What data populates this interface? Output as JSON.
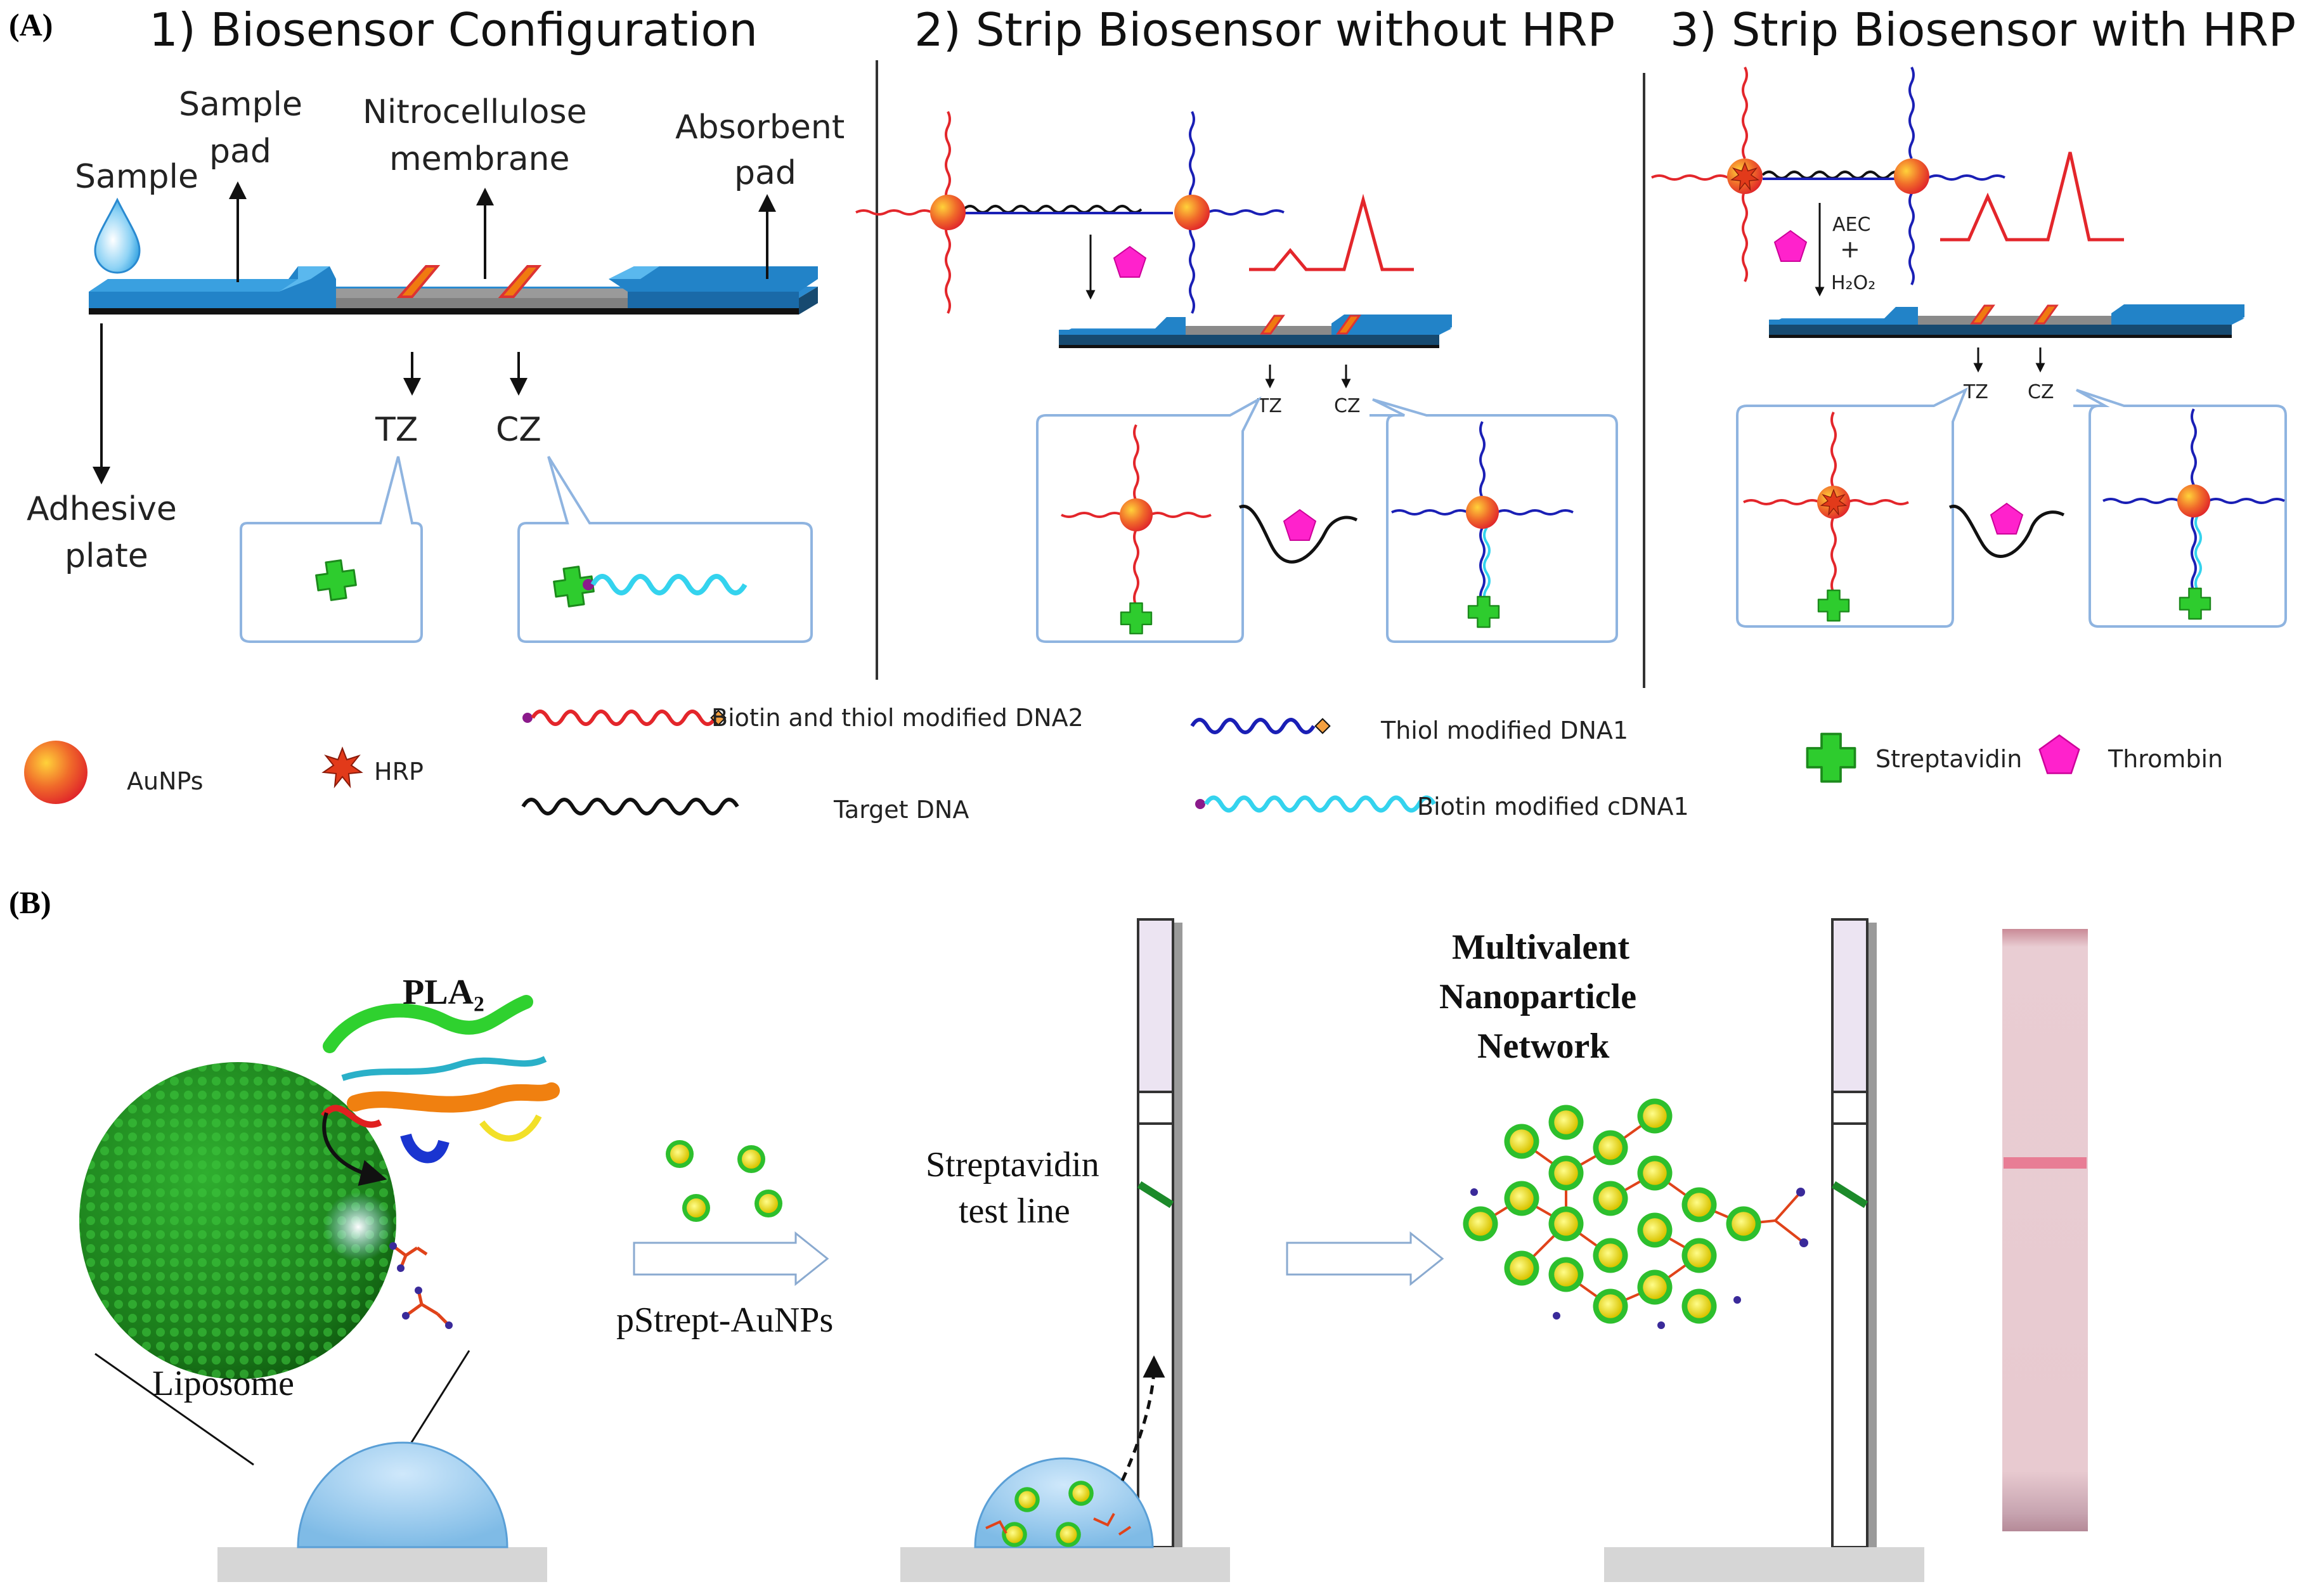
{
  "panel_a": {
    "label": "(A)",
    "titles": {
      "p1": "1) Biosensor Configuration",
      "p2": "2) Strip Biosensor without HRP",
      "p3": "3) Strip Biosensor with HRP"
    },
    "config": {
      "sample": "Sample",
      "sample_pad": [
        "Sample",
        "pad"
      ],
      "nitrocellulose": [
        "Nitrocellulose",
        "membrane"
      ],
      "absorbent": [
        "Absorbent",
        "pad"
      ],
      "adhesive": [
        "Adhesive",
        "plate"
      ],
      "tz": "TZ",
      "cz": "CZ"
    },
    "strip2": {
      "tz": "TZ",
      "cz": "CZ"
    },
    "strip3": {
      "tz": "TZ",
      "cz": "CZ",
      "aec": "AEC",
      "plus": "+",
      "h2o2": "H₂O₂"
    },
    "legend": {
      "aunps": "AuNPs",
      "hrp": "HRP",
      "dna2": "Biotin and thiol modified DNA2",
      "target": "Target DNA",
      "dna1": "Thiol modified DNA1",
      "cdna1": "Biotin modified cDNA1",
      "streptavidin": "Streptavidin",
      "thrombin": "Thrombin"
    },
    "colors": {
      "strip_blue": "#1f78b4",
      "red_dna": "#e3262b",
      "blue_dna": "#1a1fb5",
      "cyan_dna": "#34d3ee",
      "streptavidin": "#2ecc2e",
      "thrombin": "#ff22cc"
    }
  },
  "panel_b": {
    "label": "(B)",
    "pla2": "PLA₂",
    "liposome": "Liposome",
    "pstrept": "pStrept-AuNPs",
    "test_line": [
      "Streptavidin",
      "test line"
    ],
    "network": [
      "Multivalent",
      "Nanoparticle",
      "Network"
    ],
    "colors": {
      "liposome": "#1f8a1f",
      "gold_np": "#e8e81a",
      "np_ring": "#2dbf2d",
      "test_line": "#1c8a2a"
    }
  }
}
